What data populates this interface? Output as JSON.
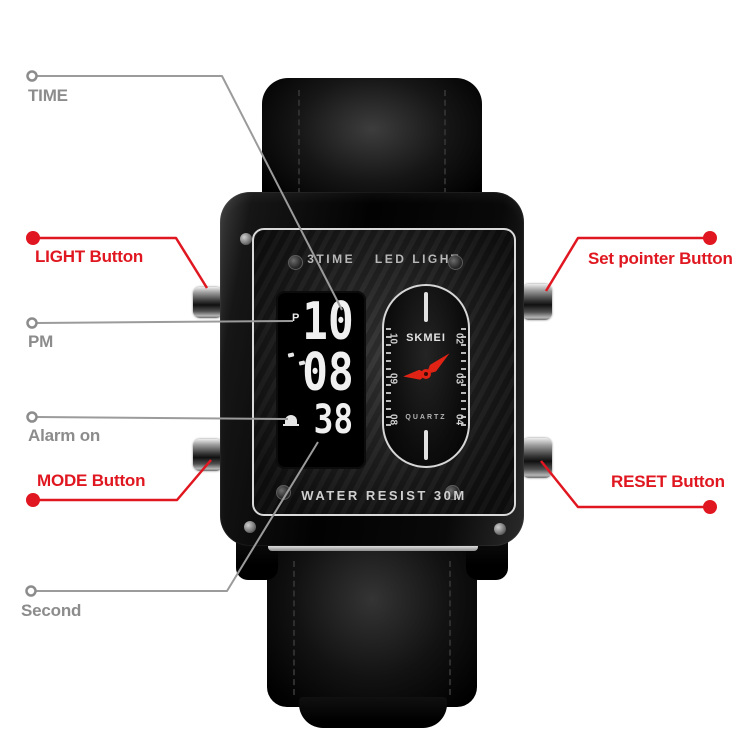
{
  "annotations": {
    "time": {
      "label": "TIME"
    },
    "light": {
      "label": "LIGHT Button"
    },
    "pm": {
      "label": "PM"
    },
    "alarm": {
      "label": "Alarm on"
    },
    "mode": {
      "label": "MODE Button"
    },
    "second": {
      "label": "Second"
    },
    "set_pointer": {
      "label": "Set pointer Button"
    },
    "reset": {
      "label": "RESET Button"
    }
  },
  "watch": {
    "face_header": {
      "left": "3TIME",
      "right": "LED LIGHT"
    },
    "digital": {
      "pm_indicator": "P",
      "hours": "10",
      "minutes": "08",
      "seconds": "38"
    },
    "analog": {
      "brand": "SKMEI",
      "movement": "QUARTZ",
      "numerals_left": [
        "10",
        "09",
        "08"
      ],
      "numerals_right": [
        "02",
        "03",
        "04"
      ]
    },
    "water_resist": "WATER RESIST 30M"
  },
  "colors": {
    "annotation_red": "#e01720",
    "annotation_grey": "#8c8c8c",
    "callout_line_grey": "#9b9b9b",
    "hand_red": "#e02314",
    "lcd_digit_white": "#f0f0f0"
  }
}
